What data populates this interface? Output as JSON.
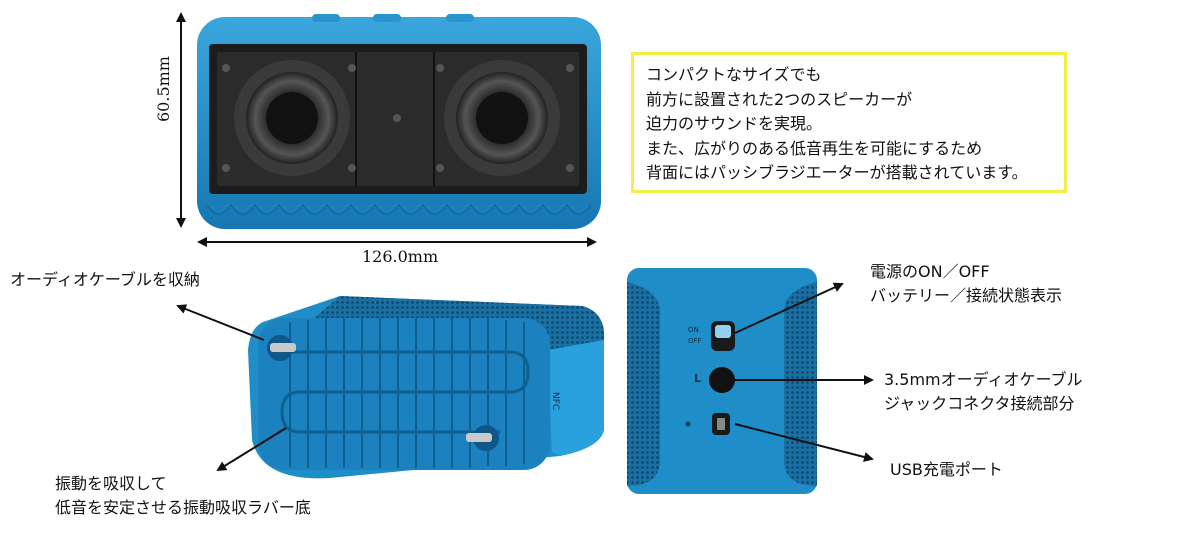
{
  "dimensions": {
    "height": "60.5mm",
    "width": "126.0mm"
  },
  "description_box": {
    "lines": [
      "コンパクトなサイズでも",
      "前方に設置された2つのスピーカーが",
      "迫力のサウンドを実現。",
      "また、広がりのある低音再生を可能にするため",
      "背面にはパッシブラジエーターが搭載されています。"
    ],
    "border_color": "#f3ee4a"
  },
  "labels": {
    "audio_cable_storage": "オーディオケーブルを収納",
    "rubber_base": [
      "振動を吸収して",
      "低音を安定させる振動吸収ラバー底"
    ],
    "power": [
      "電源のON／OFF",
      "バッテリー／接続状態表示"
    ],
    "audio_jack": [
      "3.5mmオーディオケーブル",
      "ジャックコネクタ接続部分"
    ],
    "usb": "USB充電ポート"
  },
  "device_markings": {
    "switch_on": "ON",
    "switch_off": "OFF",
    "nfc": "NFC",
    "jack_mark": "L"
  },
  "colors": {
    "speaker_blue": "#1f8ec8",
    "speaker_dark": "#0f5f8f"
  }
}
